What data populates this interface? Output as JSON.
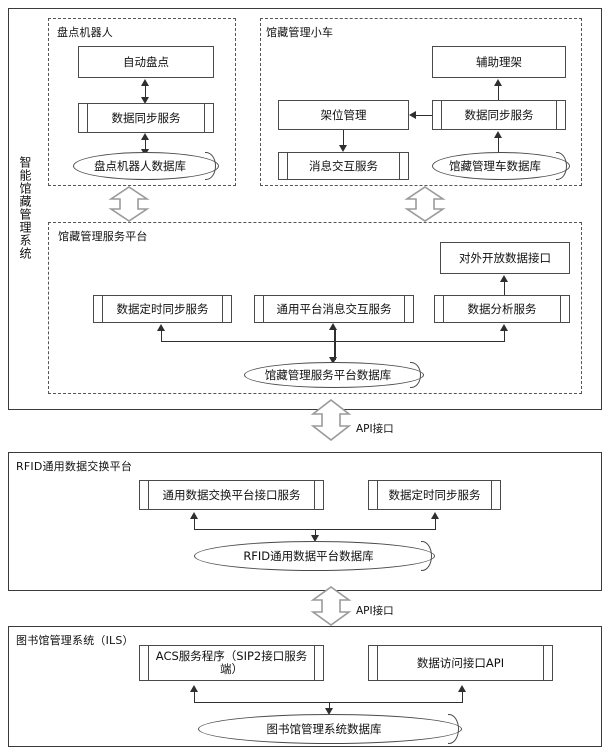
{
  "diagram": {
    "title_vertical": "智能馆藏管理系统",
    "layers": {
      "smart": {
        "name": "智能馆藏管理系统",
        "subpanels": {
          "robot": {
            "title": "盘点机器人",
            "nodes": {
              "auto_inventory": "自动盘点",
              "data_sync_service": "数据同步服务",
              "robot_db": "盘点机器人数据库"
            }
          },
          "cart": {
            "title": "馆藏管理小车",
            "nodes": {
              "shelf_assist": "辅助理架",
              "shelf_manage": "架位管理",
              "data_sync_service": "数据同步服务",
              "msg_service": "消息交互服务",
              "cart_db": "馆藏管理车数据库"
            }
          },
          "platform": {
            "title": "馆藏管理服务平台",
            "nodes": {
              "open_api": "对外开放数据接口",
              "timed_sync": "数据定时同步服务",
              "common_msg": "通用平台消息交互服务",
              "analysis": "数据分析服务",
              "platform_db": "馆藏管理服务平台数据库"
            }
          }
        }
      },
      "rfid": {
        "title": "RFID通用数据交换平台",
        "nodes": {
          "exchange_iface": "通用数据交换平台接口服务",
          "timed_sync": "数据定时同步服务",
          "rfid_db": "RFID通用数据平台数据库"
        }
      },
      "ils": {
        "title": "图书馆管理系统（ILS）",
        "nodes": {
          "acs_service": "ACS服务程序（SIP2接口服务端）",
          "data_api": "数据访问接口API",
          "ils_db": "图书馆管理系统数据库"
        }
      }
    },
    "connectors": {
      "api_label_upper": "API接口",
      "api_label_lower": "API接口"
    },
    "colors": {
      "stroke": "#4a4a4a",
      "line": "#2f2f2f",
      "dashed": "#555555",
      "block_arrow": "#9a9a9a",
      "background": "#ffffff"
    }
  }
}
